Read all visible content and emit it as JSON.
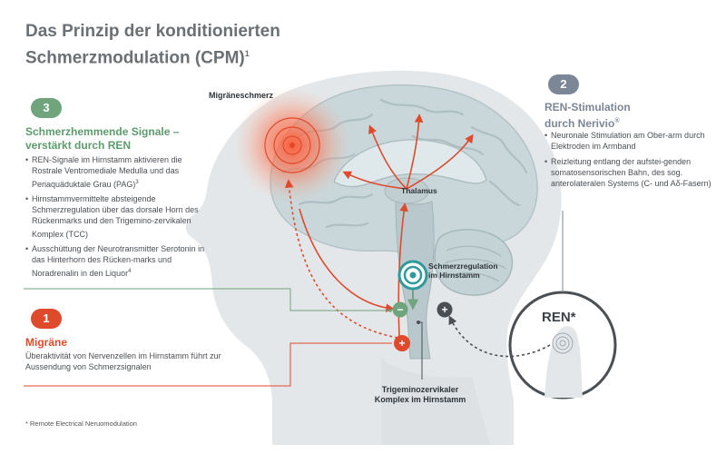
{
  "header": {
    "title_line1": "Das Prinzip der konditionierten",
    "title_line2": "Schmerzmodulation (CPM)",
    "title_sup": "1"
  },
  "section3": {
    "number": "3",
    "heading_line1": "Schmerzhemmende Signale –",
    "heading_line2": "verstärkt durch REN",
    "bullets": [
      {
        "text": "REN-Signale im Hirnstamm aktivieren die Rostrale Ventromediale Medulla und das Periaquäduktale Grau (PAG)",
        "sup": "3"
      },
      {
        "text": "Hirnstammvermittelte absteigende Schmerzregulation über das dorsale Horn des Rückenmarks und den Trigemino-zervikalen Komplex (TCC)",
        "sup": ""
      },
      {
        "text": "Ausschüttung der Neurotransmitter Serotonin in das Hinterhorn des Rücken-marks und Noradrenalin in den Liquor",
        "sup": "4"
      }
    ]
  },
  "section1": {
    "number": "1",
    "heading": "Migräne",
    "text": "Überaktivität von Nervenzellen im Hirnstamm führt zur Aussendung von Schmerzsignalen"
  },
  "section2": {
    "number": "2",
    "heading_line1": "REN-Stimulation",
    "heading_line2": "durch Nerivio",
    "heading_sup": "®",
    "bullets": [
      {
        "text": "Neuronale Stimulation am Ober-arm durch Elektroden im Armband",
        "sup": ""
      },
      {
        "text": "Reizleitung entlang der aufstei-genden somatosensorischen Bahn, des sog. anterolateralen Systems (C- und Aδ-Fasern)",
        "sup": ""
      }
    ]
  },
  "labels": {
    "migraine_pain": "Migräneschmerz",
    "thalamus": "Thalamus",
    "regulation_line1": "Schmerzregulation",
    "regulation_line2": "im Hirnstamm",
    "tcc_line1": "Trigeminozervikaler",
    "tcc_line2": "Komplex im Hirnstamm",
    "ren": "REN*",
    "minus": "−",
    "plus": "+"
  },
  "footnote": "* Remote Electrical Neruomodulation",
  "colors": {
    "green": "#6fa47c",
    "green_text": "#5d9a6c",
    "red": "#e04a2c",
    "slate": "#7b8796",
    "head_gray": "#e4e7e9",
    "brain": "#c9d7da",
    "teal": "#2f9a9a",
    "dark_gray": "#4a4f54"
  }
}
